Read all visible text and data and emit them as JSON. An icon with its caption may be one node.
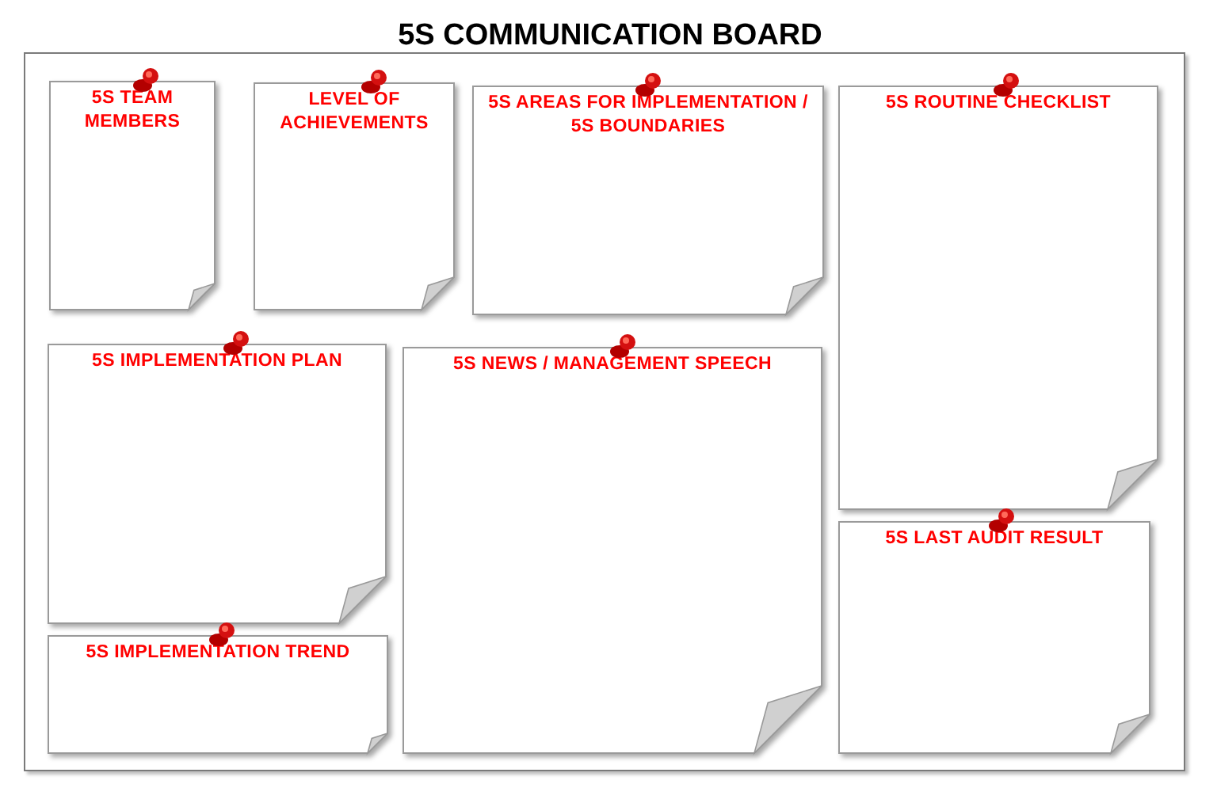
{
  "diagram": {
    "title": "5S COMMUNICATION BOARD",
    "nodes": [
      {
        "text": [],
        "shape": "box"
      },
      {
        "text": [
          "5S TEAM MEMBERS"
        ],
        "in": 0
      },
      {
        "text": [
          "LEVEL OF ACHIEVEMENTS"
        ],
        "in": 0
      },
      {
        "text": [
          "5S AREAS FOR IMPLEMENTATION / 5S BOUNDARIES"
        ],
        "in": 0
      },
      {
        "text": [
          "5S ROUTINE CHECKLIST"
        ],
        "in": 0
      },
      {
        "text": [
          "5S IMPLEMENTATION PLAN"
        ],
        "in": 0
      },
      {
        "text": [
          "5S NEWS / MANAGEMENT SPEECH"
        ],
        "in": 0
      },
      {
        "text": [
          "5S LAST AUDIT RESULT"
        ],
        "in": 0
      },
      {
        "text": [
          "5S IMPLEMENTATION TREND"
        ],
        "in": 0
      }
    ]
  }
}
